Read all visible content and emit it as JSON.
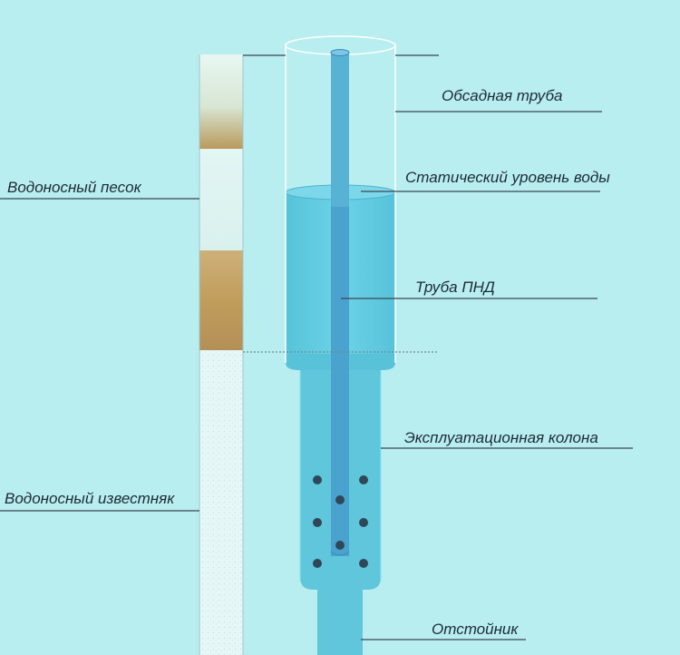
{
  "labels": {
    "casing_pipe": "Обсадная труба",
    "static_water_level": "Статический уровень воды",
    "hdpe_pipe": "Труба ПНД",
    "production_string": "Эксплуатационная колона",
    "sump": "Отстойник",
    "aquifer_sand": "Водоносный песок",
    "aquifer_limestone": "Водоносный известняк"
  },
  "colors": {
    "background": "#b8eef0",
    "water": "#5fc9df",
    "hdpe_pipe": "#4aa3cf",
    "sand_layer": "#c9a560",
    "limestone": "#e4f6f6",
    "leader_line": "#3c4650"
  }
}
